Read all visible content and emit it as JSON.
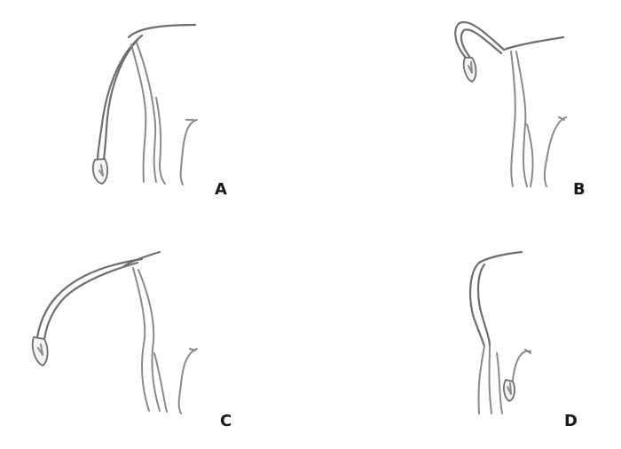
{
  "panels": [
    {
      "id": "A",
      "label": "A"
    },
    {
      "id": "B",
      "label": "B"
    },
    {
      "id": "C",
      "label": "C"
    },
    {
      "id": "D",
      "label": "D"
    }
  ],
  "colors": {
    "stroke": "#8a8a8a",
    "stroke_dark": "#6e6e6e",
    "label": "#1a1a1a",
    "background": "#ffffff"
  }
}
